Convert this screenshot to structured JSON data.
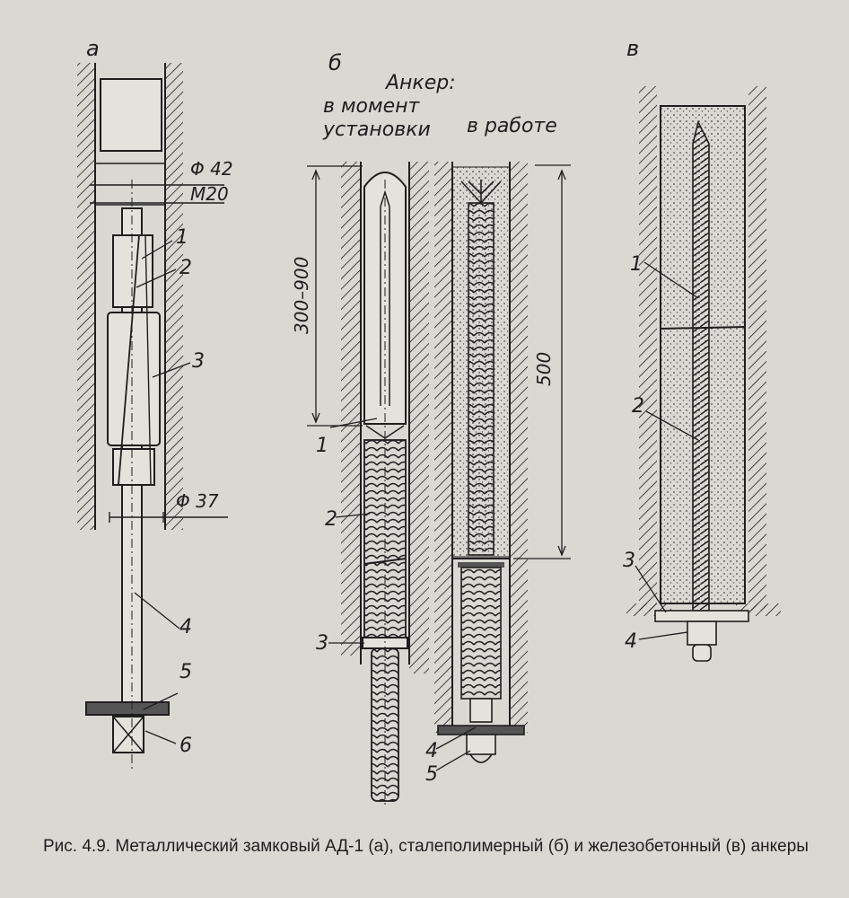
{
  "panels": {
    "a": "а",
    "b": "б",
    "c": "в"
  },
  "header": {
    "title": "Анкер:",
    "installation_line1": "в момент",
    "installation_line2": "установки",
    "working": "в работе"
  },
  "dimensions": {
    "d42": "Φ 42",
    "m20": "M20",
    "d37": "Φ 37",
    "length_range": "300–900",
    "length_500": "500"
  },
  "callouts_a": [
    "1",
    "2",
    "3",
    "4",
    "5",
    "6"
  ],
  "callouts_b": [
    "1",
    "2",
    "3",
    "4",
    "5"
  ],
  "callouts_c": [
    "1",
    "2",
    "3",
    "4"
  ],
  "caption": "Рис. 4.9. Металлический замковый АД-1 (а), сталеполимерный (б) и железобетонный (в) анкеры",
  "colors": {
    "paper": "#d9d8d3",
    "ink": "#1e1e1e",
    "fill_light": "#e4e2dc"
  }
}
